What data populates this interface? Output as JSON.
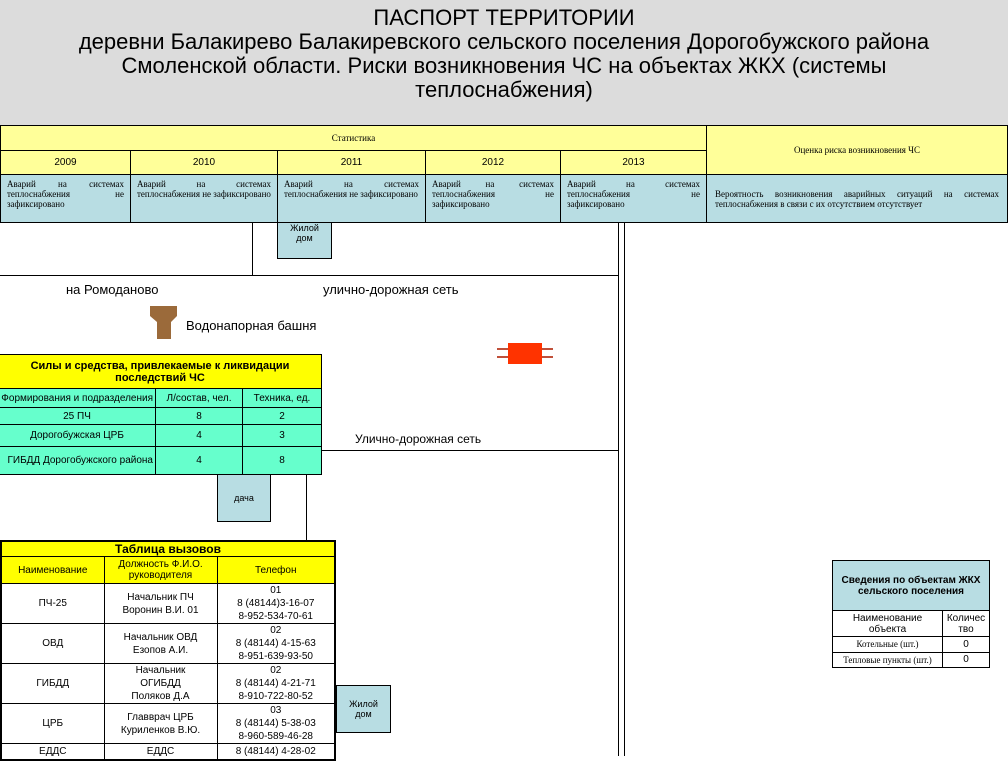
{
  "header": {
    "lines": [
      "ПАСПОРТ ТЕРРИТОРИИ",
      "деревни Балакирево Балакиревского сельского поселения  Дорогобужского района",
      "Смоленской области. Риски возникновения ЧС на объектах ЖКХ (системы",
      "теплоснабжения)"
    ]
  },
  "stats": {
    "title": "Статистика",
    "risk_header": "Оценка риска возникновения ЧС",
    "years": [
      "2009",
      "2010",
      "2011",
      "2012",
      "2013"
    ],
    "cell_text": "Аварий на системах теплоснабжения не зафиксировано",
    "risk_text": "Вероятность возникновения аварийных ситуаций на системах теплоснабжения в связи с их отсутствием отсутствует"
  },
  "map": {
    "house_top": "Жилой дом",
    "to_romadanovo": "на Ромоданово",
    "road_top": "улично-дорожная сеть",
    "water_tower": "Водонапорная башня",
    "road_mid": "Улично-дорожная сеть",
    "dacha": "дача",
    "house_bottom": "Жилой дом"
  },
  "forces": {
    "title": "Силы и средства, привлекаемые к ликвидации последствий ЧС",
    "headers": [
      "Формирования и подразделения",
      "Л/состав, чел.",
      "Техника, ед."
    ],
    "rows": [
      [
        "25 ПЧ",
        "8",
        "2"
      ],
      [
        "Дорогобужская ЦРБ",
        "4",
        "3"
      ],
      [
        "ГИБДД  Дорогобужского района",
        "4",
        "8"
      ]
    ]
  },
  "calls": {
    "title": "Таблица вызовов",
    "headers": [
      "Наименование",
      "Должность Ф.И.О. руководителя",
      "Телефон"
    ],
    "rows": [
      [
        "ПЧ-25",
        [
          "Начальник ПЧ",
          "Воронин В.И. 01"
        ],
        [
          "01",
          "8 (48144)3-16-07",
          "8-952-534-70-61"
        ]
      ],
      [
        "ОВД",
        [
          "Начальник ОВД",
          "Езопов А.И."
        ],
        [
          "02",
          "8 (48144) 4-15-63",
          "8-951-639-93-50"
        ]
      ],
      [
        "ГИБДД",
        [
          "Начальник",
          "ОГИБДД",
          "Поляков Д.А"
        ],
        [
          "02",
          "8 (48144) 4-21-71",
          "8-910-722-80-52"
        ]
      ],
      [
        "ЦРБ",
        [
          "Главврач ЦРБ",
          "Куриленков В.Ю."
        ],
        [
          "03",
          "8 (48144) 5-38-03",
          "8-960-589-46-28"
        ]
      ],
      [
        "ЕДДС",
        [
          "ЕДДС"
        ],
        [
          "8 (48144) 4-28-02"
        ]
      ]
    ]
  },
  "objects": {
    "title": "Сведения по объектам ЖКХ сельского поселения",
    "headers": [
      "Наименование объекта",
      "Количество"
    ],
    "rows": [
      [
        "Котельные (шт.)",
        "0"
      ],
      [
        "Тепловые пункты (шт.)",
        "0"
      ]
    ]
  },
  "colors": {
    "yellow": "#ffff00",
    "light_yellow": "#ffff99",
    "light_blue": "#b8dde3",
    "mint": "#66ffcc",
    "tower": "#9b6a3a",
    "red": "#ff3300"
  }
}
